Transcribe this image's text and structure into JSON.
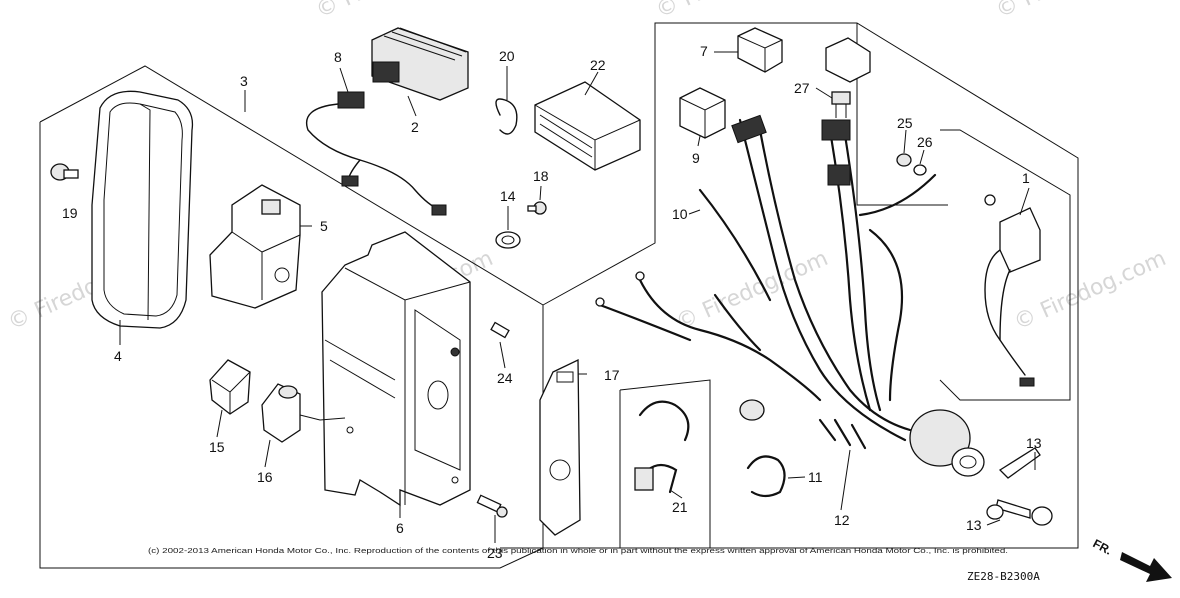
{
  "diagram": {
    "callouts": [
      "1",
      "2",
      "3",
      "4",
      "5",
      "6",
      "7",
      "8",
      "9",
      "10",
      "11",
      "12",
      "13",
      "13",
      "14",
      "15",
      "16",
      "17",
      "18",
      "19",
      "20",
      "21",
      "22",
      "23",
      "24",
      "25",
      "26",
      "27"
    ],
    "watermark": "© Firedog.com",
    "copyright": "(c) 2002-2013 American Honda Motor Co., Inc. Reproduction of the contents of this publication in whole or in part without the express written approval of American Honda Motor Co., Inc. is prohibited.",
    "diagram_code": "ZE28-B2300A",
    "direction_label": "FR."
  }
}
